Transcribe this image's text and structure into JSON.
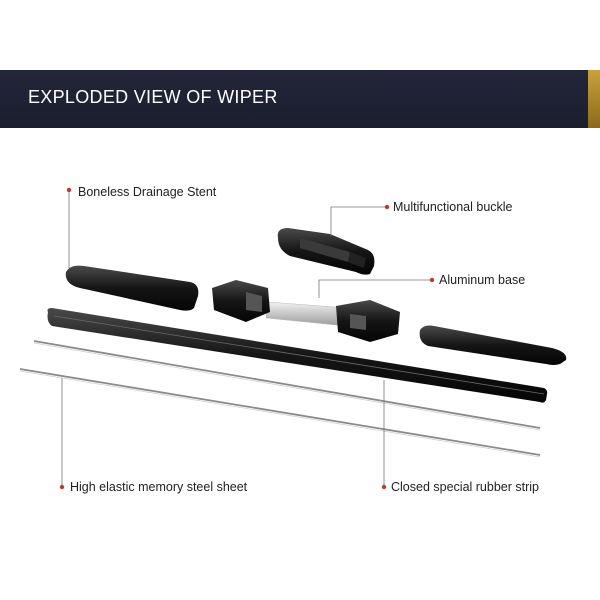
{
  "banner": {
    "title": "EXPLODED VIEW OF WIPER",
    "accent_color": "#c9a23c",
    "background_color": "#1f2233"
  },
  "components": [
    {
      "id": "drainage-stent",
      "label": "Boneless Drainage Stent"
    },
    {
      "id": "buckle",
      "label": "Multifunctional buckle"
    },
    {
      "id": "aluminum-base",
      "label": "Aluminum base"
    },
    {
      "id": "steel-sheet",
      "label": "High elastic memory steel sheet"
    },
    {
      "id": "rubber-strip",
      "label": "Closed special rubber strip"
    }
  ],
  "marker_color": "#c0392b"
}
